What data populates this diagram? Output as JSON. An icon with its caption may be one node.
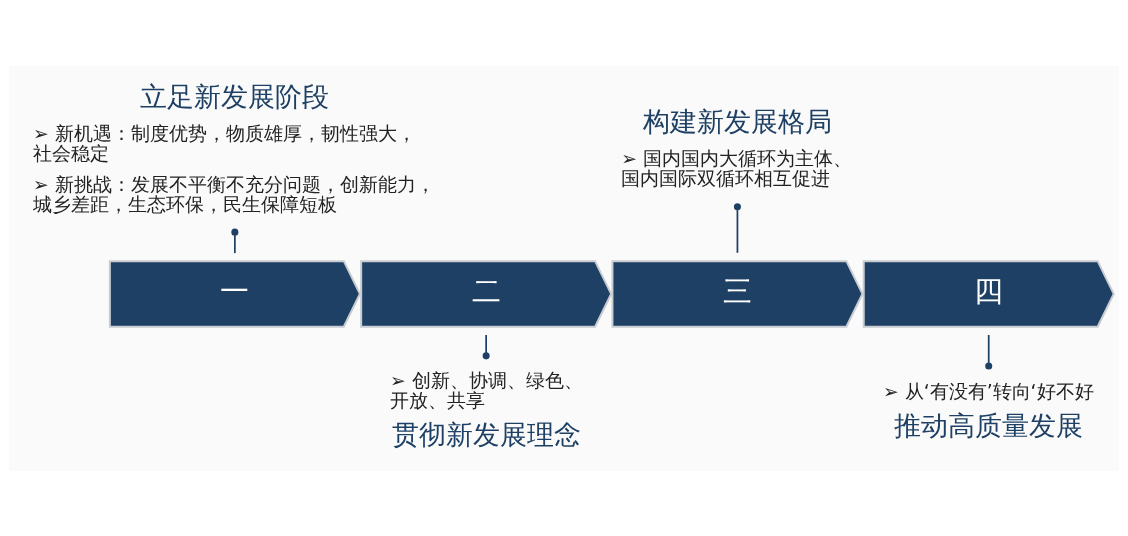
{
  "diagram": {
    "nodes": [
      {
        "text": [
          "立足新发展阶段",
          "➢ 新机遇：制度优势，物质雄厚，韧性强大，社会稳定",
          "➢ 新挑战：发展不平衡不充分问题，创新能力，城乡差距，生态环保，民生保障短板"
        ]
      },
      {
        "text": [
          "构建新发展格局",
          "➢ 国内国内大循环为主体、国内国际双循环相互促进"
        ]
      },
      {
        "text": [
          "一"
        ]
      },
      {
        "text": [
          "二"
        ]
      },
      {
        "text": [
          "三"
        ]
      },
      {
        "text": [
          "四"
        ]
      },
      {
        "text": [
          "➢ 创新、协调、绿色、开放、共享",
          "贯彻新发展理念"
        ]
      },
      {
        "text": [
          "➢ 从‘有没有’转向‘好不好",
          "推动高质量发展"
        ]
      }
    ],
    "edges": [
      {
        "from": 0,
        "to": 2,
        "arrow": "other"
      },
      {
        "from": 1,
        "to": 4,
        "arrow": "other"
      },
      {
        "from": 3,
        "to": 6,
        "arrow": "other"
      },
      {
        "from": 5,
        "to": 7,
        "arrow": "other"
      }
    ]
  }
}
